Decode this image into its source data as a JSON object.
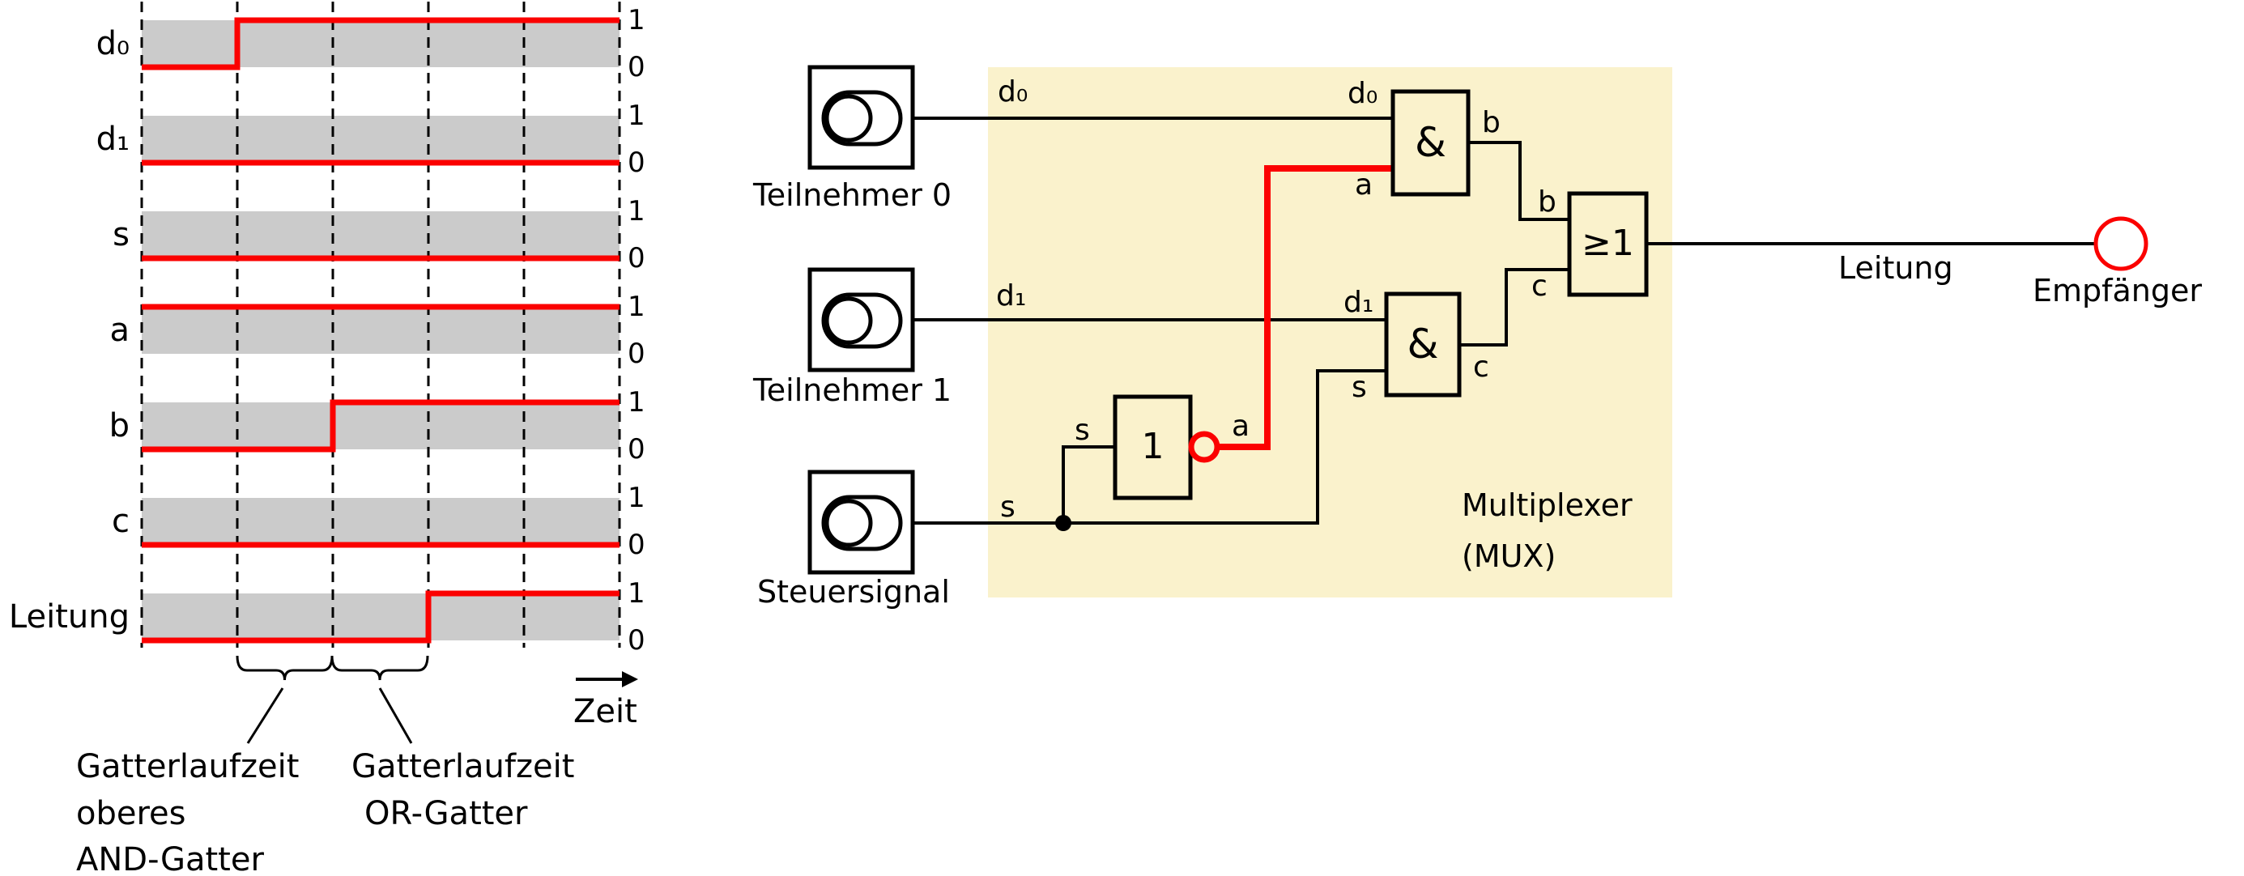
{
  "colors": {
    "signal_red": "#fb0100",
    "band_gray": "#cbcbcb",
    "mux_yellow": "#faf2cc",
    "wire_black": "#000000"
  },
  "timing_diagram": {
    "levels": {
      "high": "1",
      "low": "0"
    }
  },
  "chart_data": {
    "type": "timing",
    "title": "",
    "x_axis_label": "Zeit",
    "ticks": 6,
    "levels": [
      "0",
      "1"
    ],
    "rows": [
      {
        "label": "d₀",
        "initial": 0,
        "final": 1,
        "transition_tick": 1
      },
      {
        "label": "d₁",
        "initial": 0,
        "final": 0,
        "transition_tick": null
      },
      {
        "label": "s",
        "initial": 0,
        "final": 0,
        "transition_tick": null
      },
      {
        "label": "a",
        "initial": 1,
        "final": 1,
        "transition_tick": null
      },
      {
        "label": "b",
        "initial": 0,
        "final": 1,
        "transition_tick": 2
      },
      {
        "label": "c",
        "initial": 0,
        "final": 0,
        "transition_tick": null
      },
      {
        "label": "Leitung",
        "initial": 0,
        "final": 1,
        "transition_tick": 3
      }
    ],
    "annotations": [
      {
        "span_ticks": [
          1,
          2
        ],
        "lines": [
          "Gatterlaufzeit",
          "oberes",
          "AND-Gatter"
        ]
      },
      {
        "span_ticks": [
          2,
          3
        ],
        "lines": [
          "Gatterlaufzeit",
          "OR-Gatter"
        ]
      }
    ]
  },
  "circuit": {
    "switches": [
      {
        "label": "Teilnehmer 0",
        "signal": "d₀"
      },
      {
        "label": "Teilnehmer 1",
        "signal": "d₁"
      },
      {
        "label": "Steuersignal",
        "signal": "s"
      }
    ],
    "gates": {
      "and_top": "&",
      "and_bottom": "&",
      "or": "≥1",
      "inverter": "1"
    },
    "labels": {
      "d0_in": "d₀",
      "a_in": "a",
      "b_out": "b",
      "b_or": "b",
      "d1_in": "d₁",
      "s_in": "s",
      "c_out": "c",
      "c_or": "c",
      "s_inv": "s",
      "a_inv": "a"
    },
    "region": {
      "line1": "Multiplexer",
      "line2": "(MUX)"
    },
    "wire_label": "Leitung",
    "receiver_label": "Empfänger"
  }
}
